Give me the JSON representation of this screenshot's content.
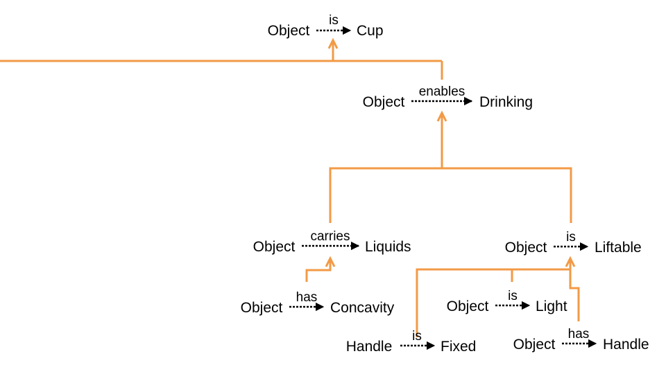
{
  "colors": {
    "connector": "#F29A46",
    "relation_arrow": "#000000",
    "text": "#000000",
    "background": "#FFFFFF"
  },
  "triples": [
    {
      "id": "t1",
      "subject": "Object",
      "relation": "is",
      "object": "Cup"
    },
    {
      "id": "t2",
      "subject": "Object",
      "relation": "enables",
      "object": "Drinking"
    },
    {
      "id": "t3",
      "subject": "Object",
      "relation": "carries",
      "object": "Liquids"
    },
    {
      "id": "t4",
      "subject": "Object",
      "relation": "is",
      "object": "Liftable"
    },
    {
      "id": "t5",
      "subject": "Object",
      "relation": "has",
      "object": "Concavity"
    },
    {
      "id": "t6",
      "subject": "Object",
      "relation": "is",
      "object": "Light"
    },
    {
      "id": "t7",
      "subject": "Handle",
      "relation": "is",
      "object": "Fixed"
    },
    {
      "id": "t8",
      "subject": "Object",
      "relation": "has",
      "object": "Handle"
    }
  ],
  "support_links": [
    {
      "from": [
        "t2"
      ],
      "to": "t1"
    },
    {
      "from": [
        "t3",
        "t4"
      ],
      "to": "t2"
    },
    {
      "from": [
        "t5"
      ],
      "to": "t3"
    },
    {
      "from": [
        "t6",
        "t7",
        "t8"
      ],
      "to": "t4"
    }
  ]
}
